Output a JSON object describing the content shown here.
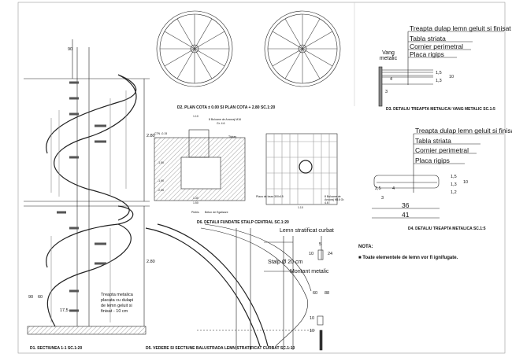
{
  "captions": {
    "d1": "D1. SECTIUNEA 1-1 SC.1:20",
    "d2": "D2. PLAN COTA ± 0.00 SI PLAN COTA + 2.80 SC.1:20",
    "d3": "D3. DETALIU TREAPTA METALICA/ VANG METALIC SC.1:5",
    "d4": "D4. DETALIU TREAPTA METALICA SC.1:5",
    "d5": "D5. VEDERE SI SECTIUNE BALUSTRADA LEMN STRATIFICAT CURBAT SC.1:10",
    "d6": "D6. DETALII FUNDATIE STALP CENTRAL SC.1:20"
  },
  "d3": {
    "layers": [
      "Treapta dulap lemn geluit si finisat",
      "Tabla striata",
      "Cornier perimetral",
      "Placa rigips"
    ],
    "vang": "Vang metalic",
    "dims": [
      "1,5",
      "1,3",
      "10",
      "4",
      "3"
    ]
  },
  "d4": {
    "layers": [
      "Treapta dulap lemn geluit si finisat",
      "Tabla striata",
      "Cornier perimetral",
      "Placa rigips"
    ],
    "dims": [
      "36",
      "41",
      "1,5",
      "1,3",
      "1,2",
      "10",
      "2,5",
      "4",
      "3"
    ]
  },
  "d1": {
    "note": [
      "Treapta metalica",
      "placata cu dulapi",
      "de lemn geluit si",
      "finisat - 10 cm"
    ],
    "dims": [
      "90",
      "2.80",
      "2.80",
      "90",
      "60",
      "17,5"
    ]
  },
  "d5": {
    "labels": [
      "Lemn stratificat curbat",
      "Stalp Ø 20 cm",
      "Montant metalic"
    ],
    "dims": [
      "5",
      "10",
      "24",
      "60",
      "88",
      "10",
      "10"
    ]
  },
  "d6": {
    "labels": [
      "8 Buloane de Ancoraj M16",
      "Gr. 4.6",
      "Tivkan",
      "Pietris",
      "Beton de Egalizare",
      "Placa de baza 300x15",
      "8 Buloane de Ancoraj M16 Gr. 4.6"
    ],
    "dims": [
      "1.10",
      "1.30",
      "1.50",
      "-1.50",
      "-1.90",
      "-2.05",
      "1.10",
      "CTN -0.15"
    ]
  },
  "nota": {
    "title": "NOTA:",
    "items": [
      "Toate elementele de lemn  vor fi ignifugate."
    ]
  }
}
